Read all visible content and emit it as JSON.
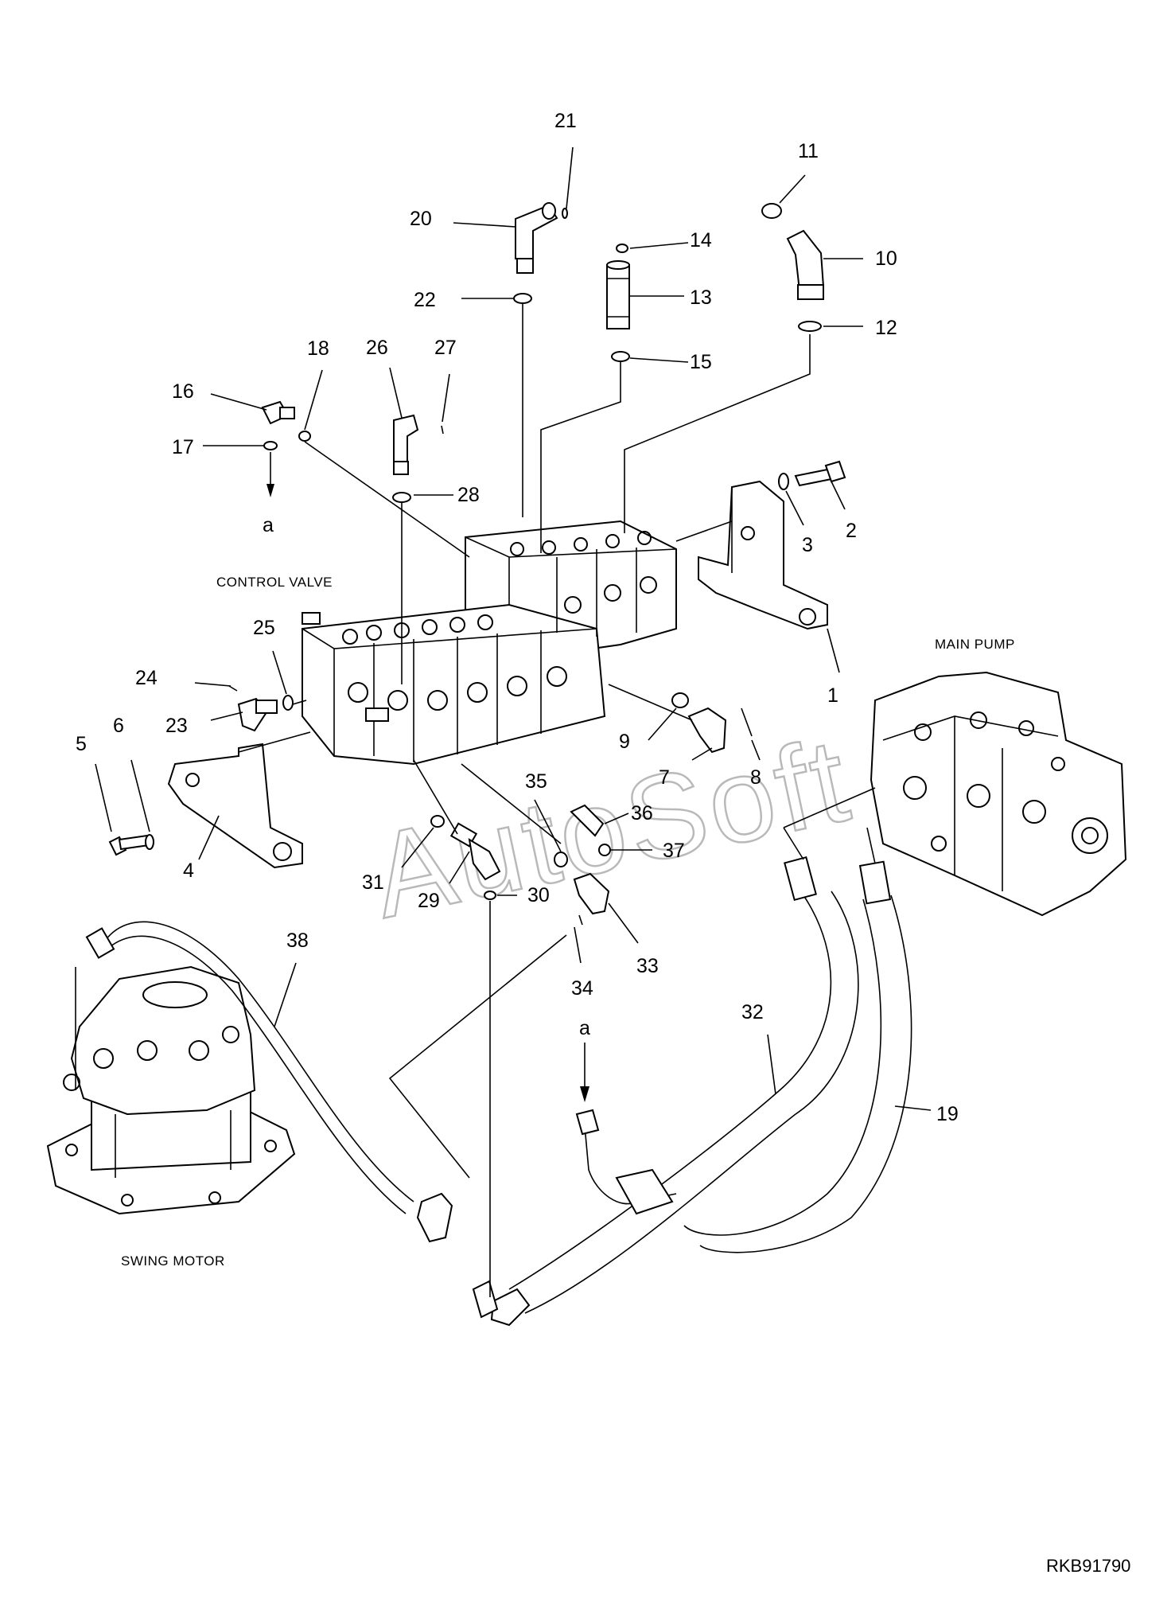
{
  "diagram": {
    "drawing_code": "RKB91790",
    "watermark": "AutoSoft",
    "assembly_labels": {
      "control_valve": "CONTROL VALVE",
      "main_pump": "MAIN PUMP",
      "swing_motor": "SWING MOTOR"
    },
    "connector_ref": "a",
    "callouts": [
      "1",
      "2",
      "3",
      "4",
      "5",
      "6",
      "7",
      "8",
      "9",
      "10",
      "11",
      "12",
      "13",
      "14",
      "15",
      "16",
      "17",
      "18",
      "19",
      "20",
      "21",
      "22",
      "23",
      "24",
      "25",
      "26",
      "27",
      "28",
      "29",
      "30",
      "31",
      "32",
      "33",
      "34",
      "35",
      "36",
      "37",
      "38"
    ]
  }
}
